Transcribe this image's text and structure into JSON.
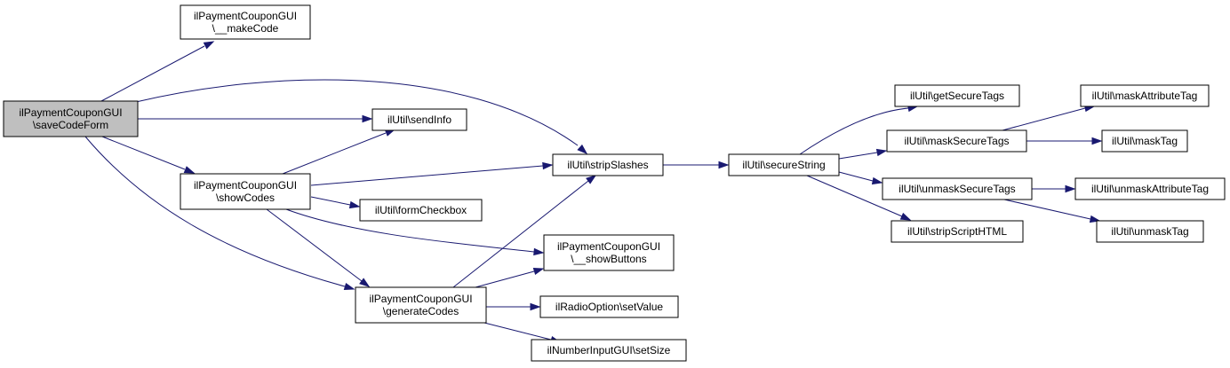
{
  "nodes": [
    {
      "id": "saveCodeForm",
      "lines": [
        "ilPaymentCouponGUI",
        "\\saveCodeForm"
      ],
      "highlight": true
    },
    {
      "id": "makeCode",
      "lines": [
        "ilPaymentCouponGUI",
        "\\__makeCode"
      ]
    },
    {
      "id": "sendInfo",
      "lines": [
        "ilUtil\\sendInfo"
      ]
    },
    {
      "id": "showCodes",
      "lines": [
        "ilPaymentCouponGUI",
        "\\showCodes"
      ]
    },
    {
      "id": "generateCodes",
      "lines": [
        "ilPaymentCouponGUI",
        "\\generateCodes"
      ]
    },
    {
      "id": "stripSlashes",
      "lines": [
        "ilUtil\\stripSlashes"
      ]
    },
    {
      "id": "formCheckbox",
      "lines": [
        "ilUtil\\formCheckbox"
      ]
    },
    {
      "id": "showButtons",
      "lines": [
        "ilPaymentCouponGUI",
        "\\__showButtons"
      ]
    },
    {
      "id": "setValue",
      "lines": [
        "ilRadioOption\\setValue"
      ]
    },
    {
      "id": "setSize",
      "lines": [
        "ilNumberInputGUI\\setSize"
      ]
    },
    {
      "id": "secureString",
      "lines": [
        "ilUtil\\secureString"
      ]
    },
    {
      "id": "getSecureTags",
      "lines": [
        "ilUtil\\getSecureTags"
      ]
    },
    {
      "id": "maskSecureTags",
      "lines": [
        "ilUtil\\maskSecureTags"
      ]
    },
    {
      "id": "unmaskSecureTags",
      "lines": [
        "ilUtil\\unmaskSecureTags"
      ]
    },
    {
      "id": "stripScriptHTML",
      "lines": [
        "ilUtil\\stripScriptHTML"
      ]
    },
    {
      "id": "maskAttributeTag",
      "lines": [
        "ilUtil\\maskAttributeTag"
      ]
    },
    {
      "id": "maskTag",
      "lines": [
        "ilUtil\\maskTag"
      ]
    },
    {
      "id": "unmaskAttributeTag",
      "lines": [
        "ilUtil\\unmaskAttributeTag"
      ]
    },
    {
      "id": "unmaskTag",
      "lines": [
        "ilUtil\\unmaskTag"
      ]
    }
  ],
  "edges": [
    {
      "from": "saveCodeForm",
      "to": "makeCode"
    },
    {
      "from": "saveCodeForm",
      "to": "stripSlashes"
    },
    {
      "from": "saveCodeForm",
      "to": "sendInfo"
    },
    {
      "from": "saveCodeForm",
      "to": "showCodes"
    },
    {
      "from": "saveCodeForm",
      "to": "generateCodes"
    },
    {
      "from": "showCodes",
      "to": "sendInfo"
    },
    {
      "from": "showCodes",
      "to": "stripSlashes"
    },
    {
      "from": "showCodes",
      "to": "formCheckbox"
    },
    {
      "from": "showCodes",
      "to": "showButtons"
    },
    {
      "from": "showCodes",
      "to": "generateCodes"
    },
    {
      "from": "generateCodes",
      "to": "stripSlashes"
    },
    {
      "from": "generateCodes",
      "to": "showButtons"
    },
    {
      "from": "generateCodes",
      "to": "setValue"
    },
    {
      "from": "generateCodes",
      "to": "setSize"
    },
    {
      "from": "stripSlashes",
      "to": "secureString"
    },
    {
      "from": "secureString",
      "to": "getSecureTags"
    },
    {
      "from": "secureString",
      "to": "maskSecureTags"
    },
    {
      "from": "secureString",
      "to": "unmaskSecureTags"
    },
    {
      "from": "secureString",
      "to": "stripScriptHTML"
    },
    {
      "from": "maskSecureTags",
      "to": "maskAttributeTag"
    },
    {
      "from": "maskSecureTags",
      "to": "maskTag"
    },
    {
      "from": "unmaskSecureTags",
      "to": "unmaskAttributeTag"
    },
    {
      "from": "unmaskSecureTags",
      "to": "unmaskTag"
    }
  ]
}
